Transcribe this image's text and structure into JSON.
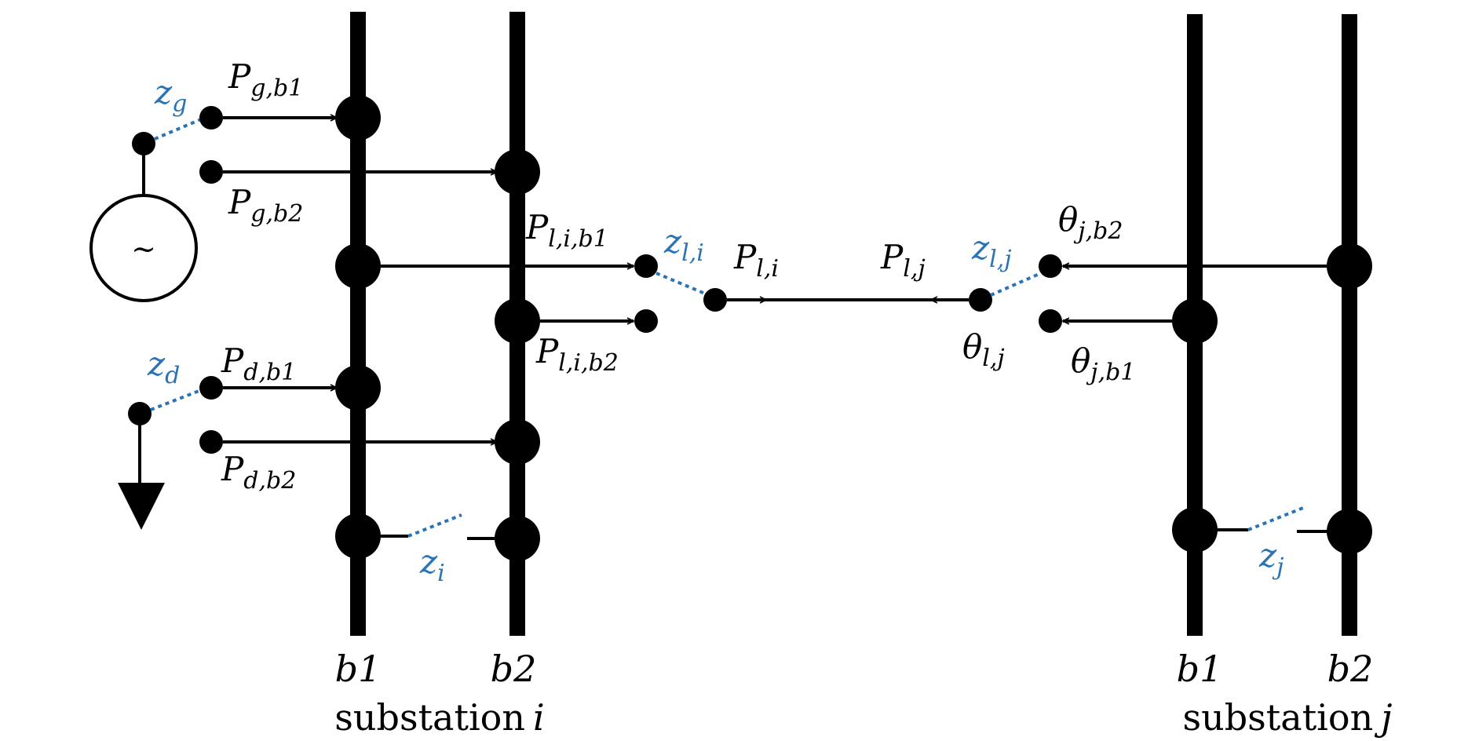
{
  "colors": {
    "ink": "#000000",
    "switch": "#2a74b5"
  },
  "substation_i": {
    "bus1": "b1",
    "bus2": "b2",
    "caption_prefix": "substation",
    "caption_index": "i"
  },
  "substation_j": {
    "bus1": "b1",
    "bus2": "b2",
    "caption_prefix": "substation",
    "caption_index": "j"
  },
  "generator": {
    "symbol": "~",
    "switch": {
      "main": "z",
      "sub": "g"
    },
    "flow_b1": {
      "main": "P",
      "sub": "g,b1"
    },
    "flow_b2": {
      "main": "P",
      "sub": "g,b2"
    }
  },
  "demand": {
    "switch": {
      "main": "z",
      "sub": "d"
    },
    "flow_b1": {
      "main": "P",
      "sub": "d,b1"
    },
    "flow_b2": {
      "main": "P",
      "sub": "d,b2"
    }
  },
  "line": {
    "flow_i_b1": {
      "main": "P",
      "sub": "l,i,b1"
    },
    "flow_i_b2": {
      "main": "P",
      "sub": "l,i,b2"
    },
    "switch_i": {
      "main": "z",
      "sub": "l,i"
    },
    "flow_i": {
      "main": "P",
      "sub": "l,i"
    },
    "flow_j": {
      "main": "P",
      "sub": "l,j"
    },
    "switch_j": {
      "main": "z",
      "sub": "l,j"
    },
    "angle_l_j": {
      "main": "θ",
      "sub": "l,j"
    },
    "angle_j_b2": {
      "main": "θ",
      "sub": "j,b2"
    },
    "angle_j_b1": {
      "main": "θ",
      "sub": "j,b1"
    }
  },
  "coupler_i": {
    "main": "z",
    "sub": "i"
  },
  "coupler_j": {
    "main": "z",
    "sub": "j"
  }
}
